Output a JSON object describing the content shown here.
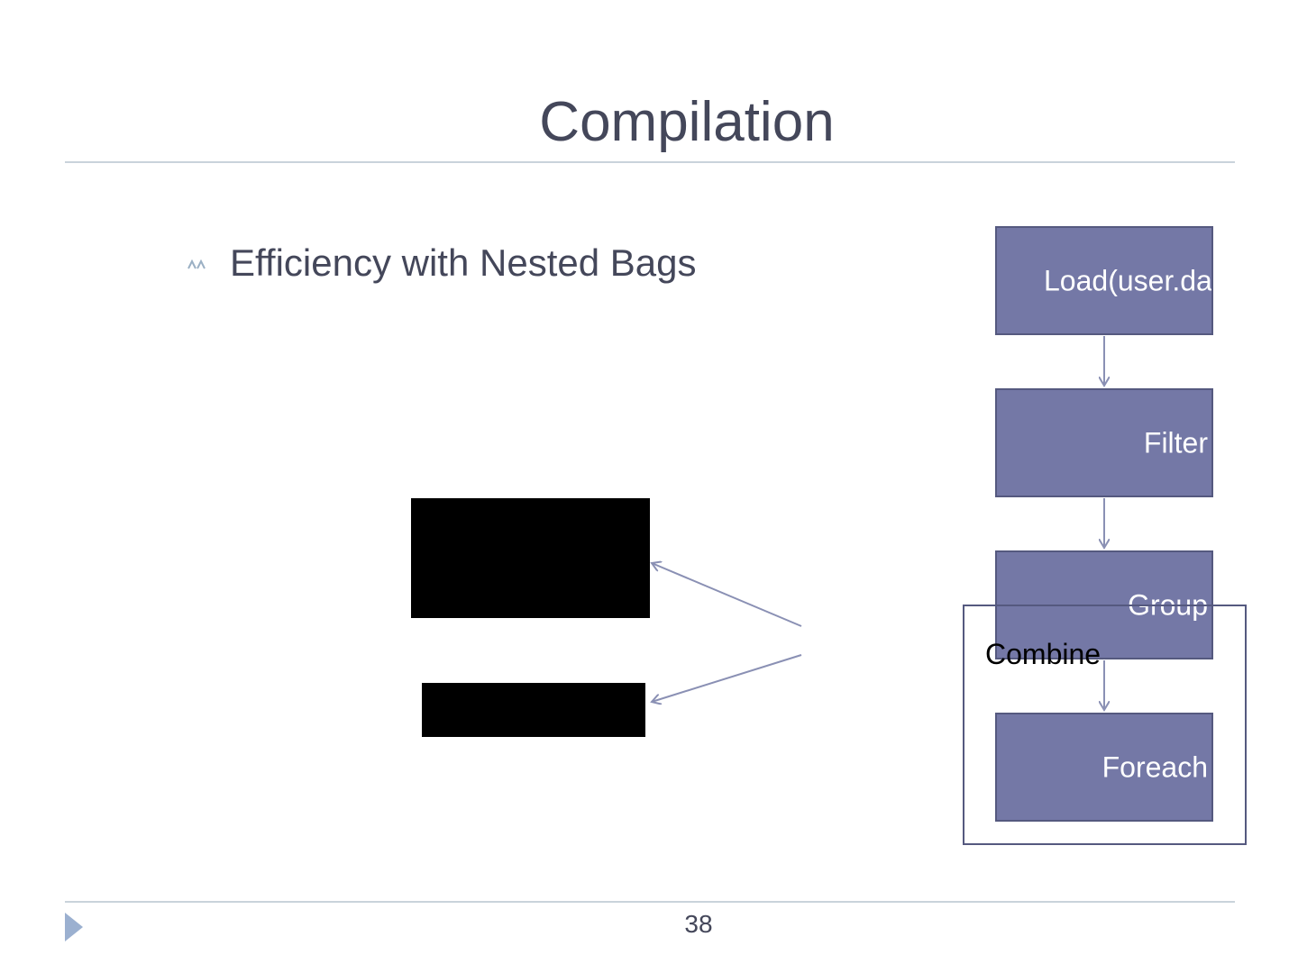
{
  "slide": {
    "title": "Compilation",
    "bullet": "Efficiency with Nested Bags",
    "page_number": "38"
  },
  "diagram": {
    "nodes": [
      {
        "id": "load",
        "label": "Load(user.da"
      },
      {
        "id": "filter",
        "label": "Filter"
      },
      {
        "id": "group",
        "label": "Group"
      },
      {
        "id": "foreach",
        "label": "Foreach"
      }
    ],
    "combine_label": "Combine"
  },
  "colors": {
    "node_fill": "#7478a6",
    "node_border": "#55597f",
    "title_text": "#44475a",
    "rule": "#c9d3db",
    "arrow": "#8a90b4"
  },
  "icons": {
    "bullet": "wave-bullet-icon",
    "corner": "triangle-play-icon"
  }
}
